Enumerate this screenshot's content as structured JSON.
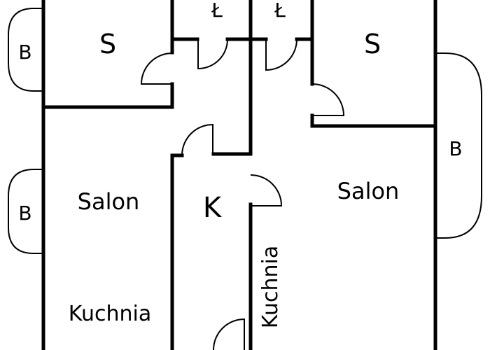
{
  "colors": {
    "line": "#000000",
    "background": "#ffffff"
  },
  "rooms": {
    "bedroom_left": "S",
    "bedroom_right": "S",
    "bathroom_left": "Ł",
    "bathroom_right": "Ł",
    "living_left": "Salon",
    "living_right": "Salon",
    "kitchen_left": "Kuchnia",
    "kitchen_middle": "Kuchnia",
    "corridor": "K"
  },
  "balconies": {
    "top_left": "B",
    "mid_left": "B",
    "right": "B"
  }
}
